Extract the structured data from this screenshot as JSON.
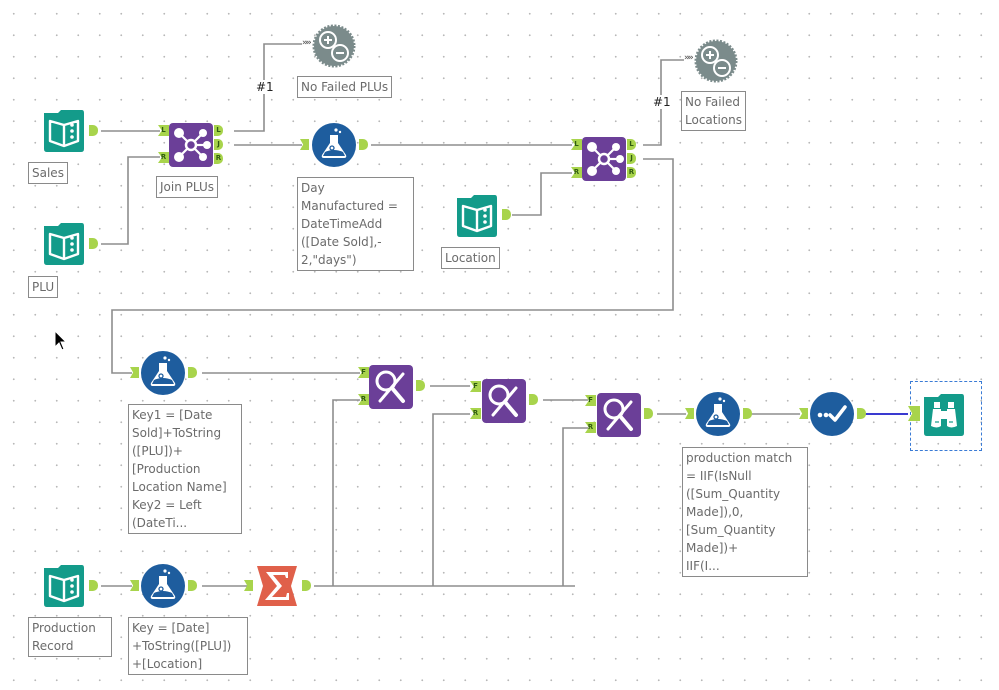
{
  "canvas": {
    "grid": "dotted"
  },
  "colors": {
    "input_tool": "#139b8a",
    "join_tool": "#6b3f98",
    "formula_tool": "#1e5d9e",
    "filter_tool": "#6b3f98",
    "summarize_tool": "#e0604a",
    "message_tool": "#7b8b8b",
    "anchor": "#a8d44c",
    "wire": "#8d8d8d",
    "selected_wire": "#3a3ad0"
  },
  "tools": [
    {
      "id": "sales",
      "type": "input",
      "icon": "book-icon",
      "annotation": "Sales"
    },
    {
      "id": "plu",
      "type": "input",
      "icon": "book-icon",
      "annotation": "PLU"
    },
    {
      "id": "join-plus",
      "type": "join",
      "icon": "join-icon",
      "annotation": "Join PLUs",
      "anchors_in": [
        "L",
        "R"
      ],
      "anchors_out": [
        "L",
        "J",
        "R"
      ]
    },
    {
      "id": "no-failed-plus",
      "type": "message",
      "icon": "plus-minus-gear-icon",
      "annotation": "No Failed PLUs"
    },
    {
      "id": "formula-day",
      "type": "formula",
      "icon": "flask-icon",
      "annotation": "Day\nManufactured =\nDateTimeAdd\n([Date Sold],-\n2,\"days\")"
    },
    {
      "id": "location",
      "type": "input",
      "icon": "book-icon",
      "annotation": "Location"
    },
    {
      "id": "join-locations",
      "type": "join",
      "icon": "join-icon",
      "anchors_in": [
        "L",
        "R"
      ],
      "anchors_out": [
        "L",
        "J",
        "R"
      ]
    },
    {
      "id": "no-failed-locations",
      "type": "message",
      "icon": "plus-minus-gear-icon",
      "annotation": "No Failed\nLocations"
    },
    {
      "id": "formula-keys",
      "type": "formula",
      "icon": "flask-icon",
      "annotation": "Key1 = [Date\nSold]+ToString\n([PLU])+\n[Production\nLocation Name]\nKey2 = Left\n(DateTi..."
    },
    {
      "id": "find-replace-1",
      "type": "find-replace",
      "icon": "find-replace-icon",
      "anchors_in": [
        "F",
        "R"
      ]
    },
    {
      "id": "find-replace-2",
      "type": "find-replace",
      "icon": "find-replace-icon",
      "anchors_in": [
        "F",
        "R"
      ]
    },
    {
      "id": "find-replace-3",
      "type": "find-replace",
      "icon": "find-replace-icon",
      "anchors_in": [
        "F",
        "R"
      ]
    },
    {
      "id": "formula-match",
      "type": "formula",
      "icon": "flask-icon",
      "annotation": "production match\n= IIF(IsNull\n([Sum_Quantity\nMade]),0,\n[Sum_Quantity\nMade])+\nIIF(I..."
    },
    {
      "id": "select",
      "type": "select",
      "icon": "checkmark-icon"
    },
    {
      "id": "browse",
      "type": "browse",
      "icon": "binoculars-icon",
      "selected": true
    },
    {
      "id": "production-record",
      "type": "input",
      "icon": "book-icon",
      "annotation": "Production\nRecord"
    },
    {
      "id": "formula-key",
      "type": "formula",
      "icon": "flask-icon",
      "annotation": "Key = [Date]\n+ToString([PLU])\n+[Location]"
    },
    {
      "id": "summarize",
      "type": "summarize",
      "icon": "sigma-icon"
    }
  ],
  "wire_labels": [
    "#1",
    "#1"
  ]
}
